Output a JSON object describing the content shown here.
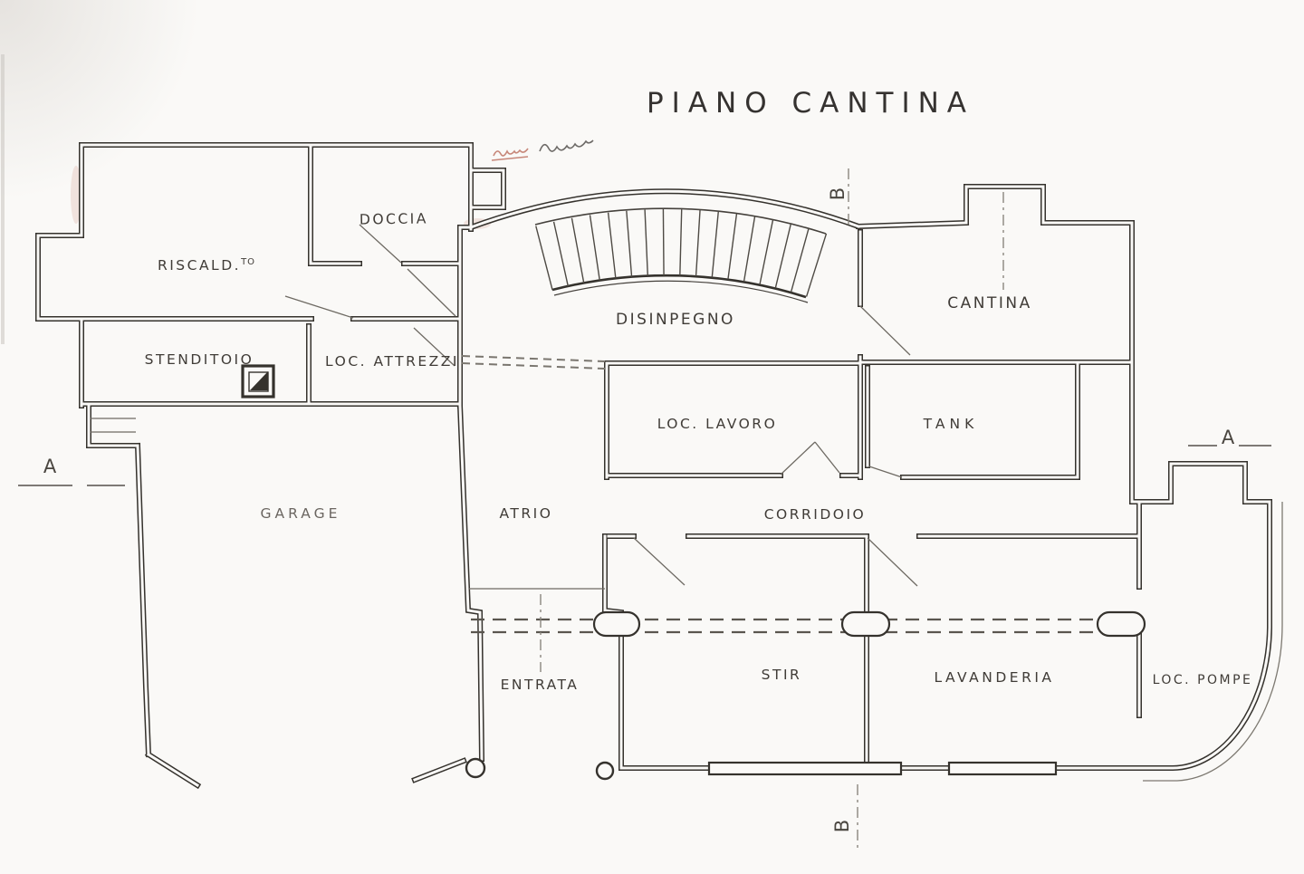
{
  "title": "PIANO CANTINA",
  "drawing_type": "basement floor plan (scanned hand drawing)",
  "rooms": [
    {
      "label": "RISCALD.",
      "sup": "TO"
    },
    {
      "label": "DOCCIA"
    },
    {
      "label": "STENDITOIO"
    },
    {
      "label": "LOC. ATTREZZI"
    },
    {
      "label": "DISINPEGNO"
    },
    {
      "label": "CANTINA"
    },
    {
      "label": "LOC. LAVORO"
    },
    {
      "label": "TANK"
    },
    {
      "label": "GARAGE"
    },
    {
      "label": "ATRIO"
    },
    {
      "label": "CORRIDOIO"
    },
    {
      "label": "ENTRATA"
    },
    {
      "label": "STIR"
    },
    {
      "label": "LAVANDERIA"
    },
    {
      "label": "LOC. POMPE"
    }
  ],
  "section_markers": [
    {
      "label": "A",
      "position": "left"
    },
    {
      "label": "A",
      "position": "right"
    },
    {
      "label": "B",
      "position": "top"
    },
    {
      "label": "B",
      "position": "bottom"
    }
  ],
  "stair": {
    "location": "DISINPEGNO",
    "shape": "curved",
    "treads": 16
  },
  "annotations": [
    {
      "type": "handwriting",
      "color": "red",
      "legible": false
    },
    {
      "type": "handwriting",
      "color": "pencil",
      "legible": false
    }
  ],
  "colors": {
    "ink": "#35322d",
    "paper": "#faf9f7",
    "red_note": "#b5604f"
  }
}
